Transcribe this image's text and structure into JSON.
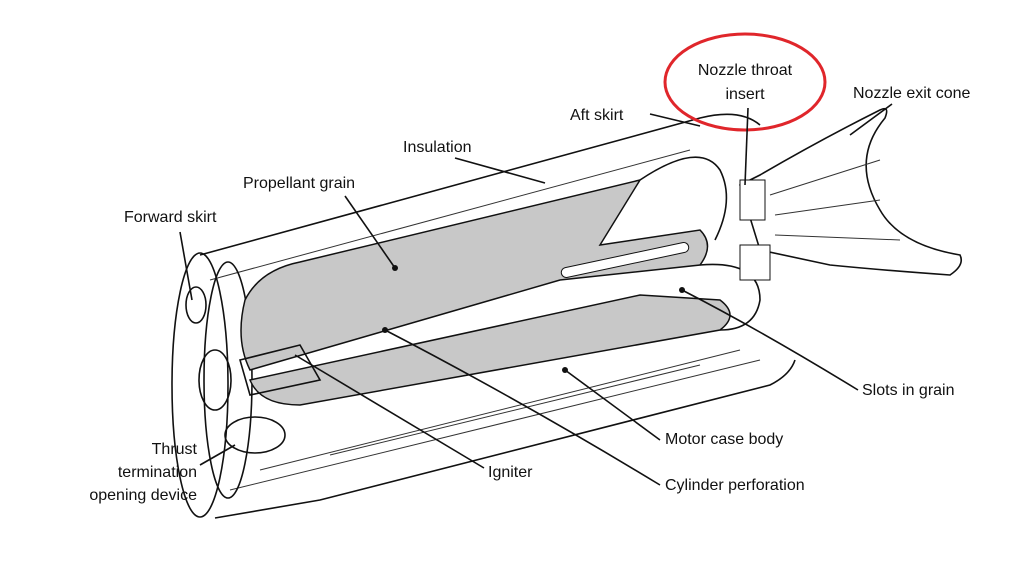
{
  "labels": {
    "nozzle_throat_line1": "Nozzle throat",
    "nozzle_throat_line2": "insert",
    "nozzle_exit_cone": "Nozzle exit cone",
    "aft_skirt": "Aft skirt",
    "insulation": "Insulation",
    "propellant_grain": "Propellant grain",
    "forward_skirt": "Forward skirt",
    "slots_in_grain": "Slots in grain",
    "motor_case_body": "Motor case body",
    "cylinder_perforation": "Cylinder perforation",
    "igniter": "Igniter",
    "thrust_line1": "Thrust",
    "thrust_line2": "termination",
    "thrust_line3": "opening device"
  },
  "colors": {
    "propellant": "#c8c8c8",
    "highlight_circle": "#e0262b",
    "line": "#111111"
  }
}
